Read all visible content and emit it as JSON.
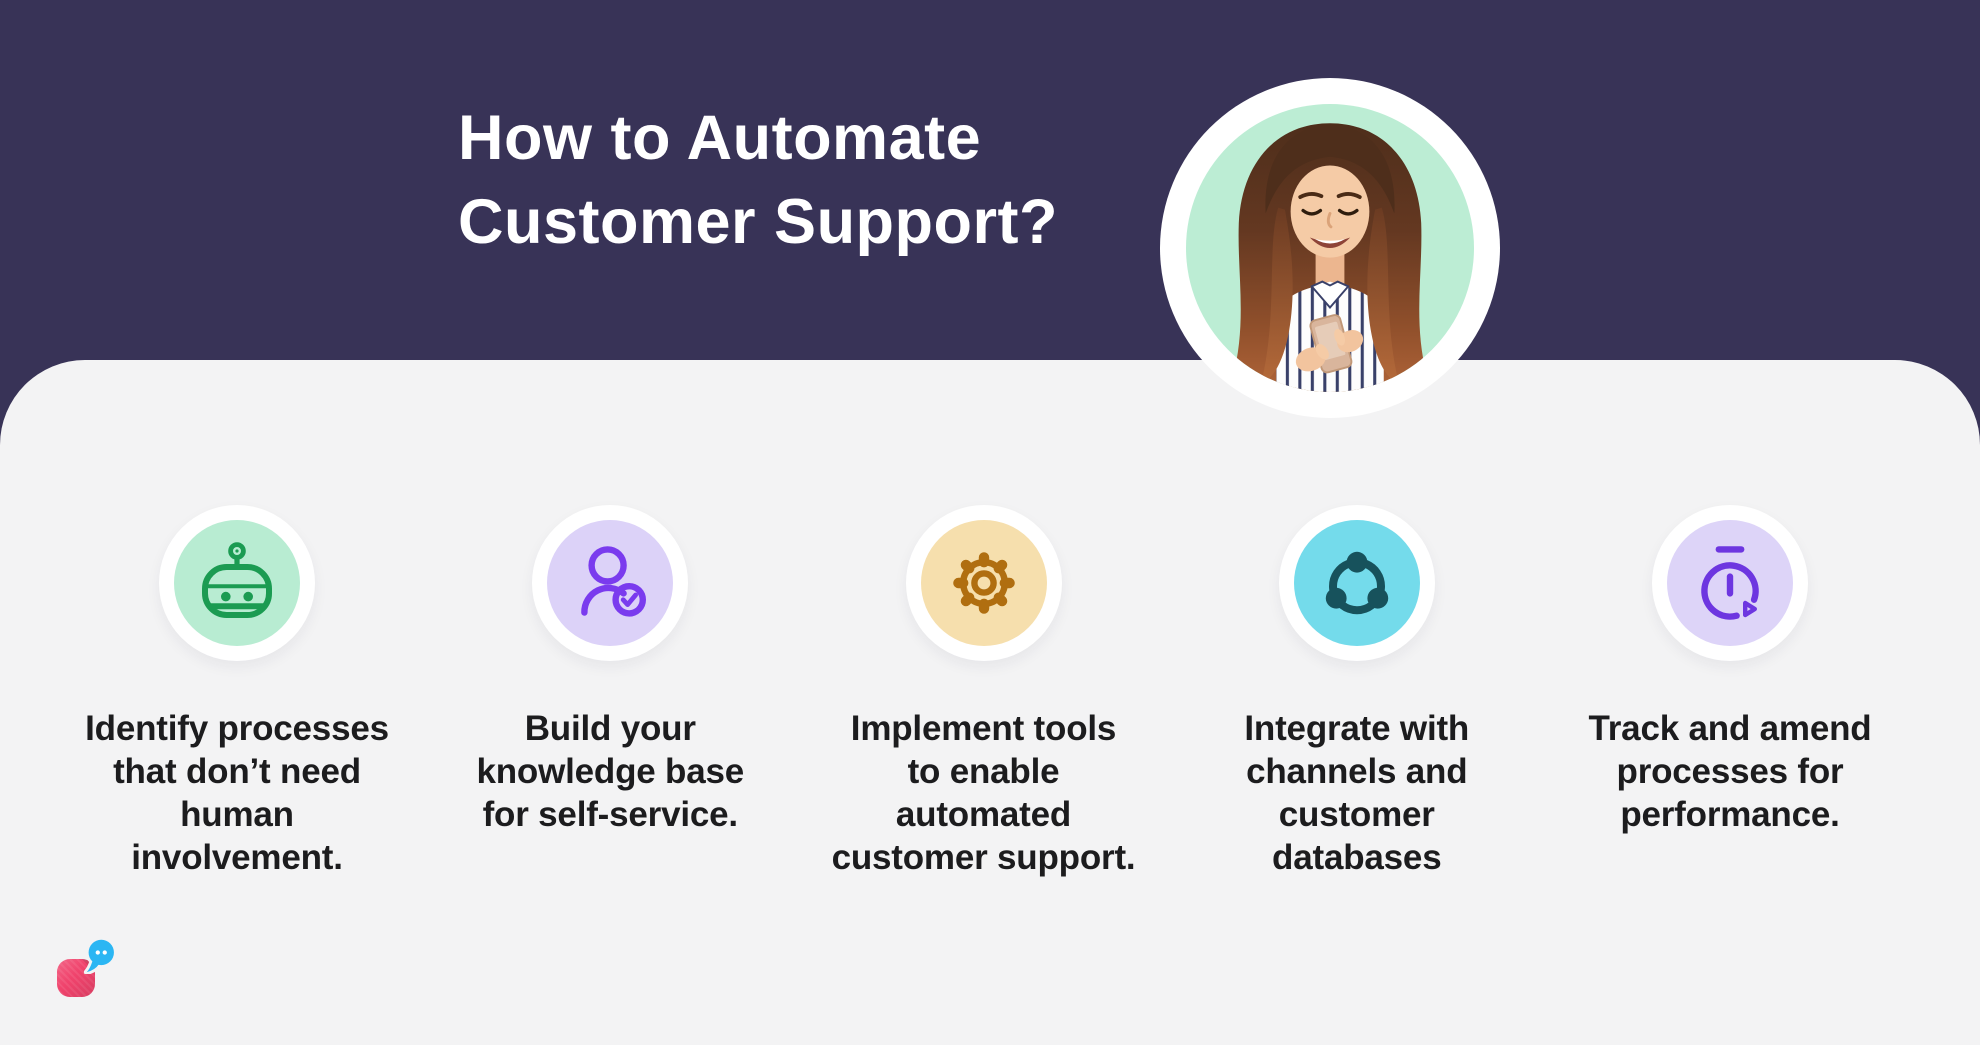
{
  "colors": {
    "header_bg": "#383357",
    "panel_bg": "#F3F3F4",
    "title": "#FFFFFF",
    "body_text": "#1C1C1E",
    "white": "#FFFFFF"
  },
  "header": {
    "title": "How to Automate\nCustomer Support?"
  },
  "photo": {
    "icon": "woman-with-phone-photo",
    "ring": "#FFFFFF",
    "bg": "#BCEDD4"
  },
  "steps": [
    {
      "icon": "robot-icon",
      "circle_bg": "#B8ECD2",
      "icon_color": "#1B9B52",
      "label": "Identify processes\nthat don’t need\nhuman\ninvolvement."
    },
    {
      "icon": "user-check-icon",
      "circle_bg": "#DCD2F8",
      "icon_color": "#7A3BEE",
      "label": "Build your\nknowledge base\nfor self-service."
    },
    {
      "icon": "gear-icon",
      "circle_bg": "#F6DFAD",
      "icon_color": "#B06E10",
      "label": "Implement tools\nto enable\nautomated\ncustomer support."
    },
    {
      "icon": "share-network-icon",
      "circle_bg": "#74DBEB",
      "icon_color": "#17525C",
      "label": "Integrate with\nchannels and\ncustomer\ndatabases"
    },
    {
      "icon": "timer-icon",
      "circle_bg": "#DDD4F8",
      "icon_color": "#6D36E0",
      "label": "Track and amend\nprocesses for\nperformance."
    }
  ],
  "logo": {
    "icon": "chat-logo",
    "pink": "#F0436C",
    "blue": "#2BB6F3",
    "dots": "#FFFFFF"
  }
}
